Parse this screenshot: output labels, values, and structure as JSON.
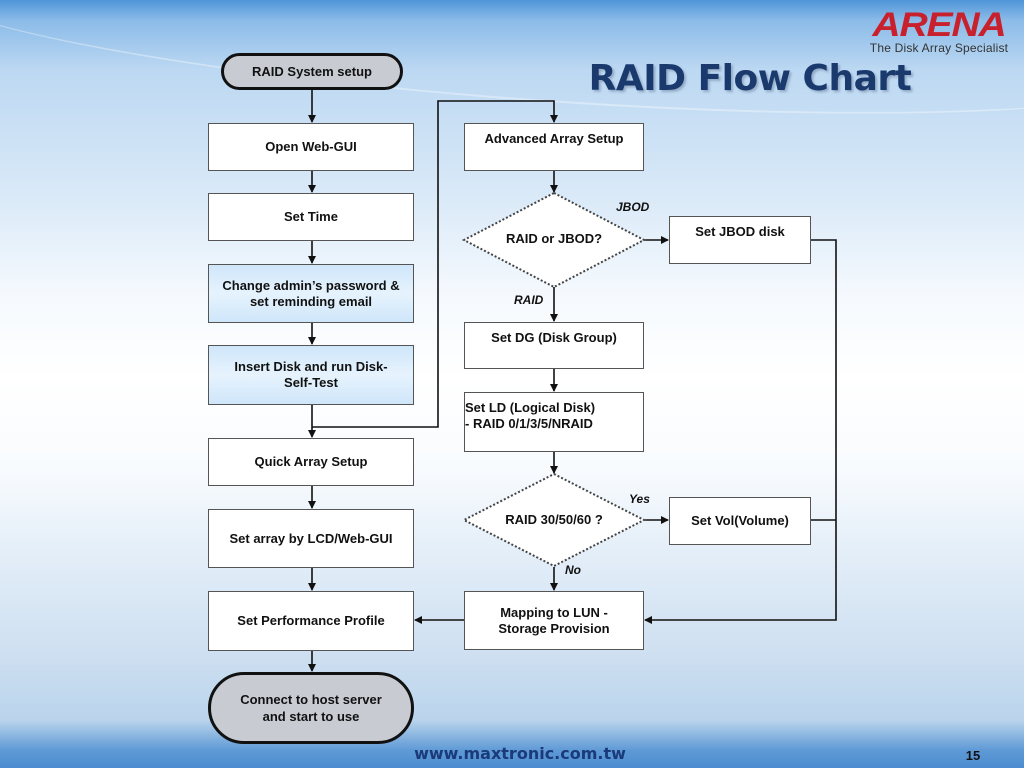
{
  "logo": {
    "wordmark": "ARENA",
    "tagline": "The Disk Array Specialist",
    "color": "#c8202c"
  },
  "title": "RAID Flow Chart",
  "nodes": {
    "start": "RAID System setup",
    "open_web_gui": "Open Web-GUI",
    "set_time": "Set Time",
    "change_admin": "Change admin’s password & set reminding email",
    "insert_disk": "Insert Disk and run Disk-Self-Test",
    "quick_array": "Quick Array Setup",
    "set_array": "Set array by LCD/Web-GUI",
    "set_perf": "Set Performance Profile",
    "end": "Connect to host server and start to use",
    "advanced_array": "Advanced Array Setup",
    "raid_or_jbod": "RAID or JBOD?",
    "set_jbod": "Set JBOD disk",
    "set_dg": "Set DG (Disk Group)",
    "set_ld_line1": "Set LD (Logical Disk)",
    "set_ld_line2": "- RAID 0/1/3/5/NRAID",
    "raid_30": "RAID 30/50/60 ?",
    "set_vol": "Set Vol(Volume)",
    "mapping_line1": "Mapping to LUN -",
    "mapping_line2": "Storage Provision"
  },
  "edge_labels": {
    "jbod": "JBOD",
    "raid": "RAID",
    "yes": "Yes",
    "no": "No"
  },
  "colors": {
    "title": "#1a3a6e",
    "highlight_box": "#d6ebfb",
    "terminal_fill": "#c8ccd2",
    "footer_link": "#1a3a7a"
  },
  "footer": {
    "url": "www.maxtronic.com.tw",
    "page_number": "15"
  }
}
